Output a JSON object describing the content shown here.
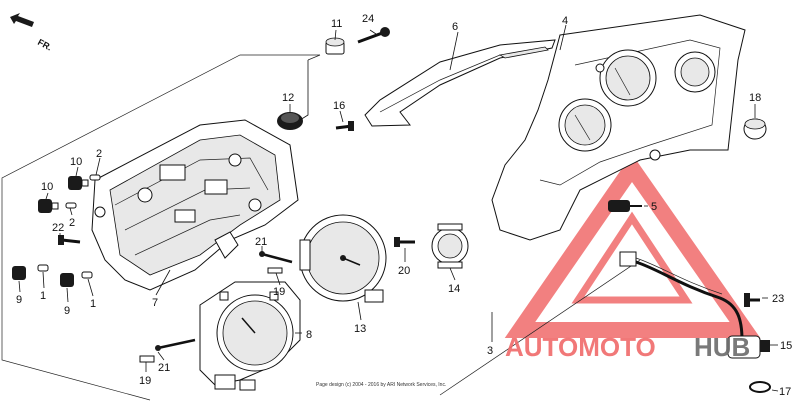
{
  "direction": {
    "label": "FR."
  },
  "callouts": [
    {
      "id": "c11",
      "label": "11"
    },
    {
      "id": "c24",
      "label": "24"
    },
    {
      "id": "c6",
      "label": "6"
    },
    {
      "id": "c4",
      "label": "4"
    },
    {
      "id": "c12",
      "label": "12"
    },
    {
      "id": "c16",
      "label": "16"
    },
    {
      "id": "c18",
      "label": "18"
    },
    {
      "id": "c10a",
      "label": "10"
    },
    {
      "id": "c2a",
      "label": "2"
    },
    {
      "id": "c10b",
      "label": "10"
    },
    {
      "id": "c2b",
      "label": "2"
    },
    {
      "id": "c22",
      "label": "22"
    },
    {
      "id": "c5",
      "label": "5"
    },
    {
      "id": "c21a",
      "label": "21"
    },
    {
      "id": "c20",
      "label": "20"
    },
    {
      "id": "c19a",
      "label": "19"
    },
    {
      "id": "c14",
      "label": "14"
    },
    {
      "id": "c9a",
      "label": "9"
    },
    {
      "id": "c1a",
      "label": "1"
    },
    {
      "id": "c9b",
      "label": "9"
    },
    {
      "id": "c1b",
      "label": "1"
    },
    {
      "id": "c7",
      "label": "7"
    },
    {
      "id": "c23",
      "label": "23"
    },
    {
      "id": "c8",
      "label": "8"
    },
    {
      "id": "c13",
      "label": "13"
    },
    {
      "id": "c3",
      "label": "3"
    },
    {
      "id": "c15",
      "label": "15"
    },
    {
      "id": "c21b",
      "label": "21"
    },
    {
      "id": "c19b",
      "label": "19"
    },
    {
      "id": "c17",
      "label": "17"
    }
  ],
  "footer": {
    "copyright": "Page design (c) 2004 - 2016 by ARI Network Services, Inc."
  },
  "watermark": {
    "part1": "AUTOMOTO",
    "part2": "HUB",
    "color_red": "#f06a6a",
    "color_gray": "#6b6b6b"
  }
}
